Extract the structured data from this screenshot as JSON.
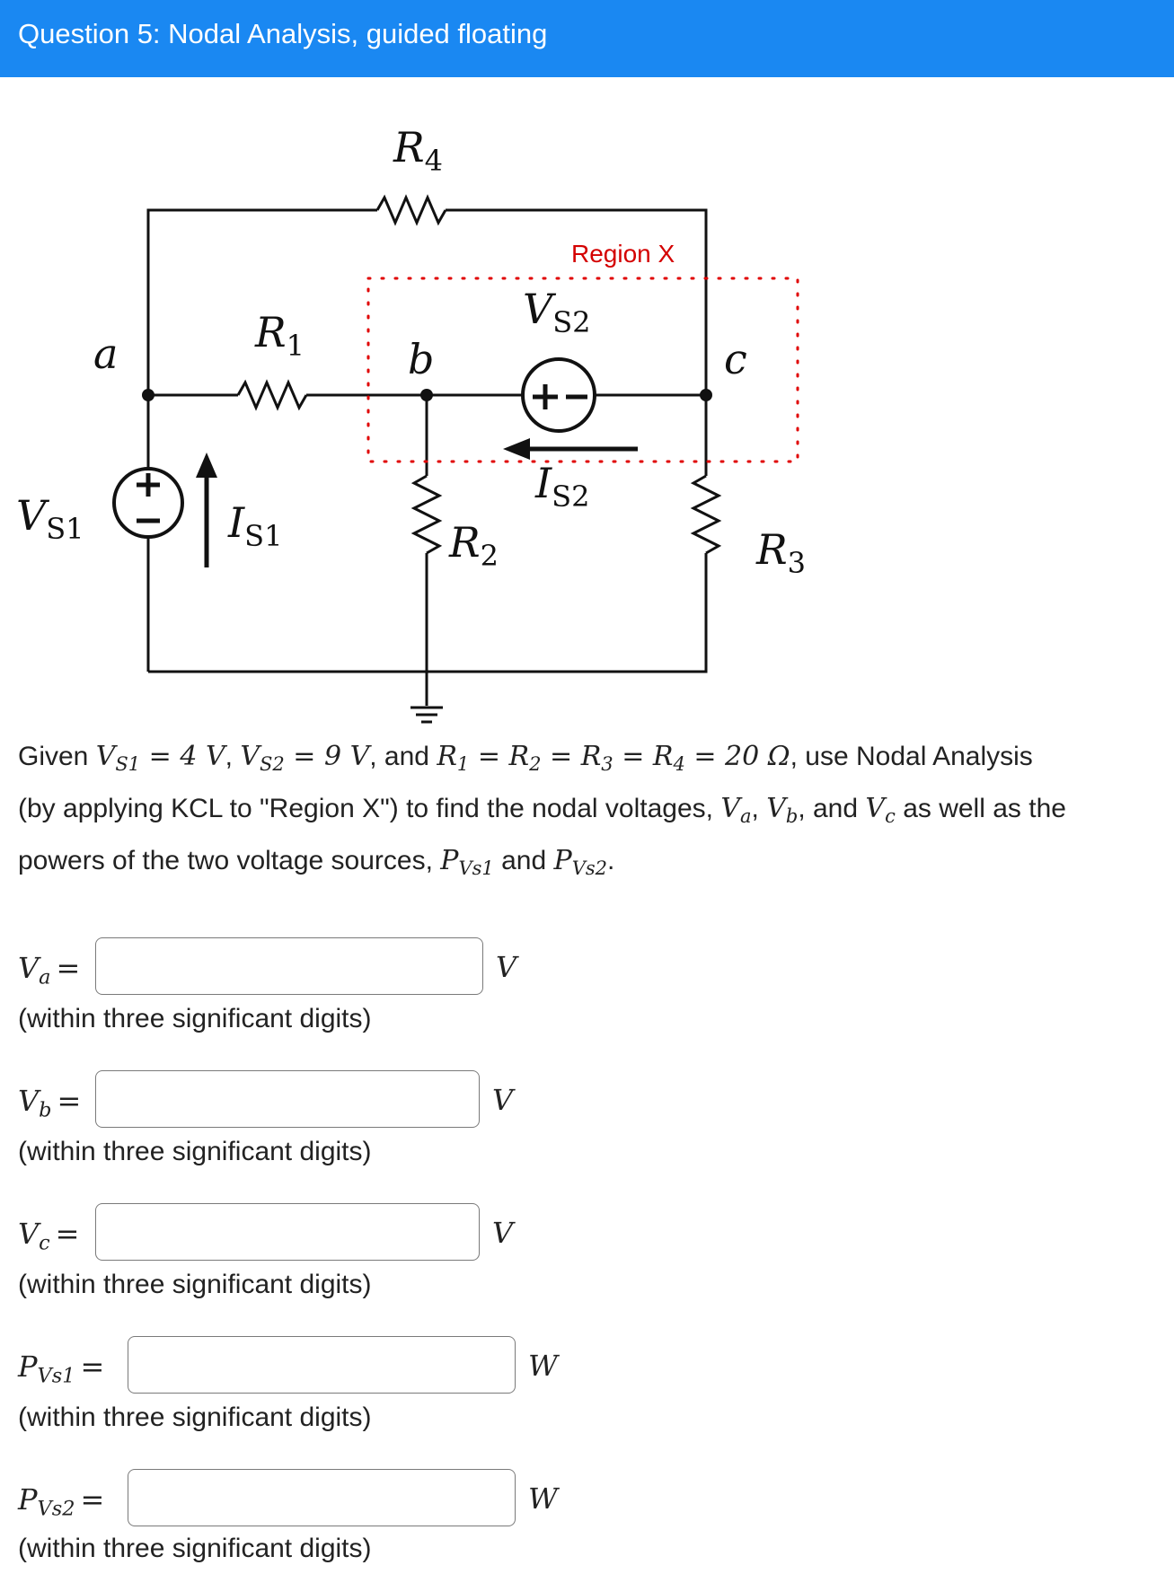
{
  "header": {
    "title": "Question 5: Nodal Analysis, guided floating"
  },
  "colors": {
    "header_bg": "#1a88f2",
    "region_border": "#e00000",
    "input_border": "#7a7a7a"
  },
  "circuit": {
    "labels": {
      "r4": "R",
      "r4_sub": "4",
      "r1": "R",
      "r1_sub": "1",
      "r2": "R",
      "r2_sub": "2",
      "r3": "R",
      "r3_sub": "3",
      "vs1": "V",
      "vs1_sub": "S1",
      "vs2": "V",
      "vs2_sub": "S2",
      "is1": "I",
      "is1_sub": "S1",
      "is2": "I",
      "is2_sub": "S2",
      "node_a": "a",
      "node_b": "b",
      "node_c": "c",
      "region": "Region X"
    }
  },
  "problem": {
    "given": "Given",
    "vs1_sym": "V",
    "vs1_sub": "S1",
    "vs1_val": " = 4 V",
    "vs2_sym": "V",
    "vs2_sub": "S2",
    "vs2_val": " = 9 V",
    "and1": ", and",
    "r_eq": "R",
    "r1_sub": "1",
    "r2_sub": "2",
    "r3_sub": "3",
    "r4_sub": "4",
    "eq": " = ",
    "r_val": " = 20 Ω",
    "tail1": ", use Nodal Analysis",
    "line2_a": "(by applying KCL to \"Region X\") to find the nodal voltages,",
    "va": "V",
    "va_sub": "a",
    "vb": "V",
    "vb_sub": "b",
    "and2": "and",
    "vc": "V",
    "vc_sub": "c",
    "line2_b": "as well as the",
    "line3_a": "powers of the two voltage sources,",
    "p1": "P",
    "p1_sub": "Vs1",
    "and3": "and",
    "p2": "P",
    "p2_sub": "Vs2",
    "period": "."
  },
  "answers": [
    {
      "sym": "V",
      "sub": "a",
      "eq": "=",
      "value": "",
      "unit": "V",
      "hint": "(within three significant digits)"
    },
    {
      "sym": "V",
      "sub": "b",
      "eq": "=",
      "value": "",
      "unit": "V",
      "hint": "(within three significant digits)"
    },
    {
      "sym": "V",
      "sub": "c",
      "eq": "=",
      "value": "",
      "unit": "V",
      "hint": "(within three significant digits)"
    },
    {
      "sym": "P",
      "sub": "Vs1",
      "eq": "=",
      "value": "",
      "unit": "W",
      "hint": "(within three significant digits)"
    },
    {
      "sym": "P",
      "sub": "Vs2",
      "eq": "=",
      "value": "",
      "unit": "W",
      "hint": "(within three significant digits)"
    }
  ]
}
